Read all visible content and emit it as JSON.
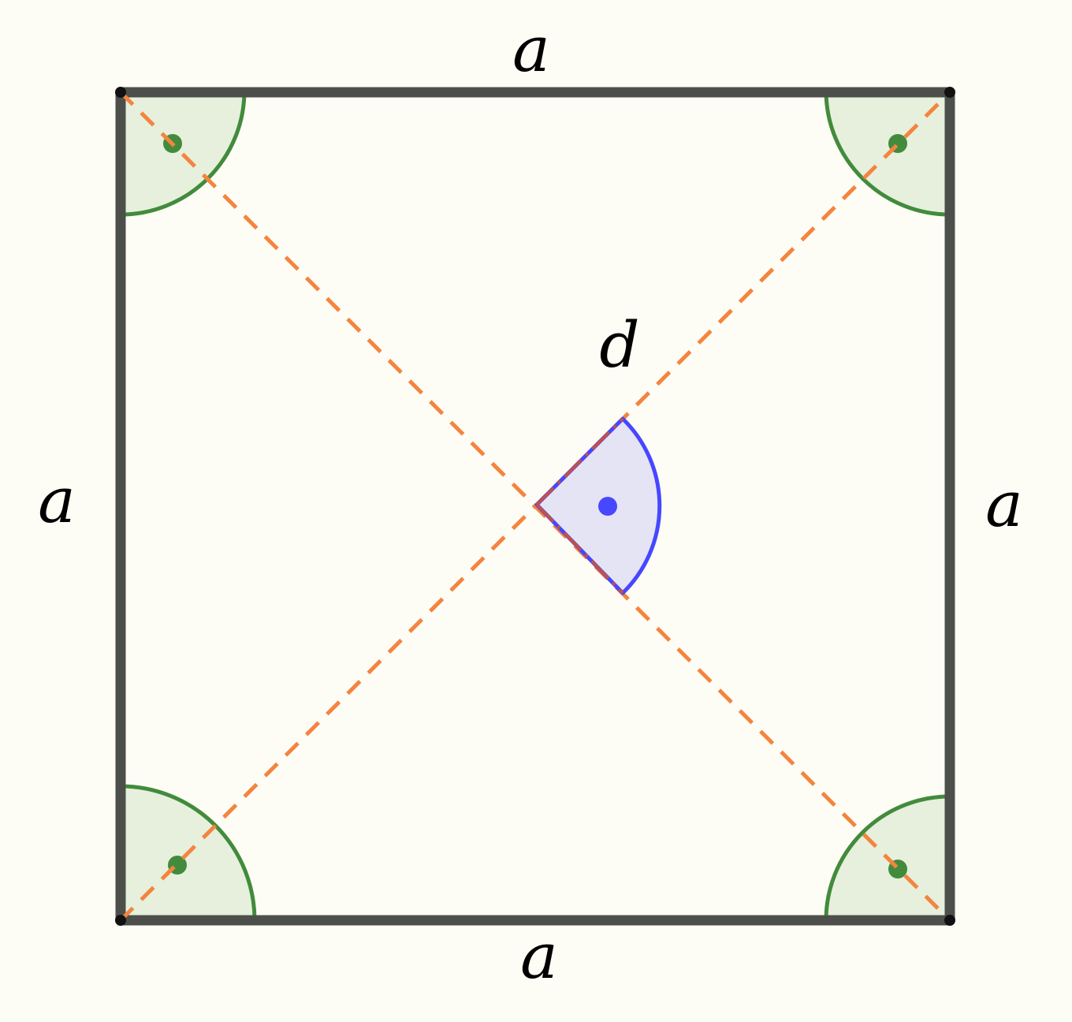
{
  "labels": {
    "side_top": "a",
    "side_bottom": "a",
    "side_left": "a",
    "side_right": "a",
    "diagonal": "d"
  },
  "colors": {
    "background": "#fdfdf5",
    "square_stroke": "#4d4f4a",
    "vertex": "#111111",
    "diagonal": "#f4843f",
    "right_angle_stroke": "#428b3c",
    "right_angle_fill": "#e6f0dc",
    "center_angle_stroke": "#4747ff",
    "center_angle_fill": "#e4e4f4",
    "center_angle_edge": "#c0504d"
  },
  "angles": {
    "corner_angle_deg": 90,
    "center_angle_deg": 90
  }
}
